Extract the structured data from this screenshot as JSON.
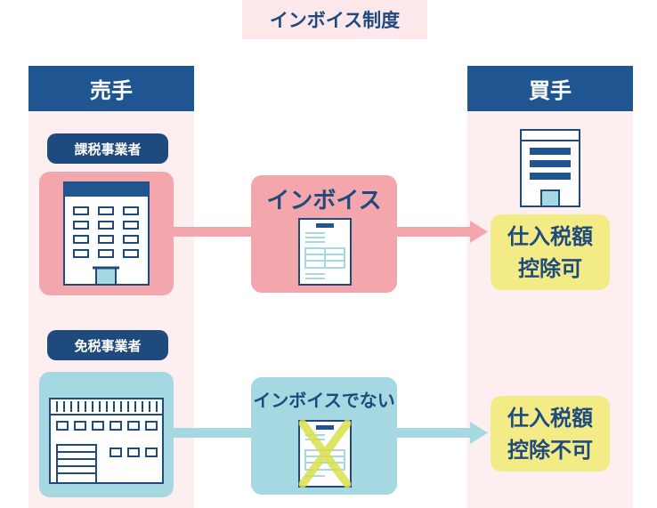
{
  "title": "インボイス制度",
  "seller": {
    "header": "売手",
    "taxable_label": "課税事業者",
    "exempt_label": "免税事業者"
  },
  "buyer": {
    "header": "買手"
  },
  "flows": {
    "invoice_label": "インボイス",
    "non_invoice_label": "インボイスでない"
  },
  "results": {
    "deductible": [
      "仕入税額",
      "控除可"
    ],
    "not_deductible": [
      "仕入税額",
      "控除不可"
    ]
  },
  "colors": {
    "navy": "#1f4a7d",
    "header_blue": "#1f5591",
    "column_bg": "#fdeef0",
    "pink": "#f4a6ad",
    "light_blue": "#a6d8e1",
    "yellow": "#f3ec86"
  }
}
